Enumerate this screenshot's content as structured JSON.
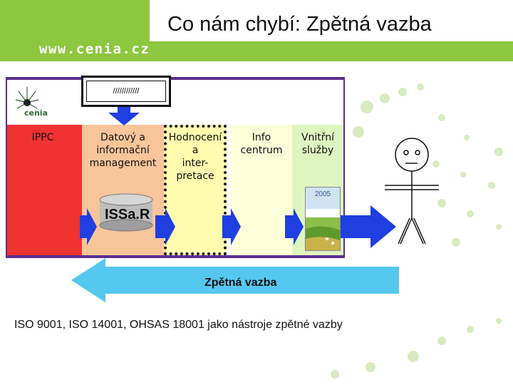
{
  "title": "Co nám chybí: Zpětná vazba",
  "website": "www.cenia.cz",
  "logo_text": "cenia",
  "top_box_text": "////////////",
  "columns": [
    {
      "lines": [
        "IPPC"
      ],
      "color": "#f03232"
    },
    {
      "lines": [
        "Datový a",
        "informační",
        "management"
      ],
      "color": "#f8c49a"
    },
    {
      "lines": [
        "Hodnocení",
        "a",
        "inter-",
        "pretace"
      ],
      "color": "#fffcb0"
    },
    {
      "lines": [
        "Info",
        "centrum"
      ],
      "color": "#fbffd8"
    },
    {
      "lines": [
        "Vnitřní",
        "služby"
      ],
      "color": "#dff5c0"
    }
  ],
  "database_label": "ISSa.R",
  "cover_year": "2005",
  "feedback_label": "Zpětná vazba",
  "bottom_text": "ISO 9001, ISO 14001, OHSAS 18001 jako nástroje zpětné vazby",
  "colors": {
    "green_bar": "#8dc63f",
    "frame": "#5b2d8e",
    "blue_arrow": "#1f3fe0",
    "feedback_arrow": "#55c8f0",
    "decor_dots": "#d6ebc0"
  }
}
